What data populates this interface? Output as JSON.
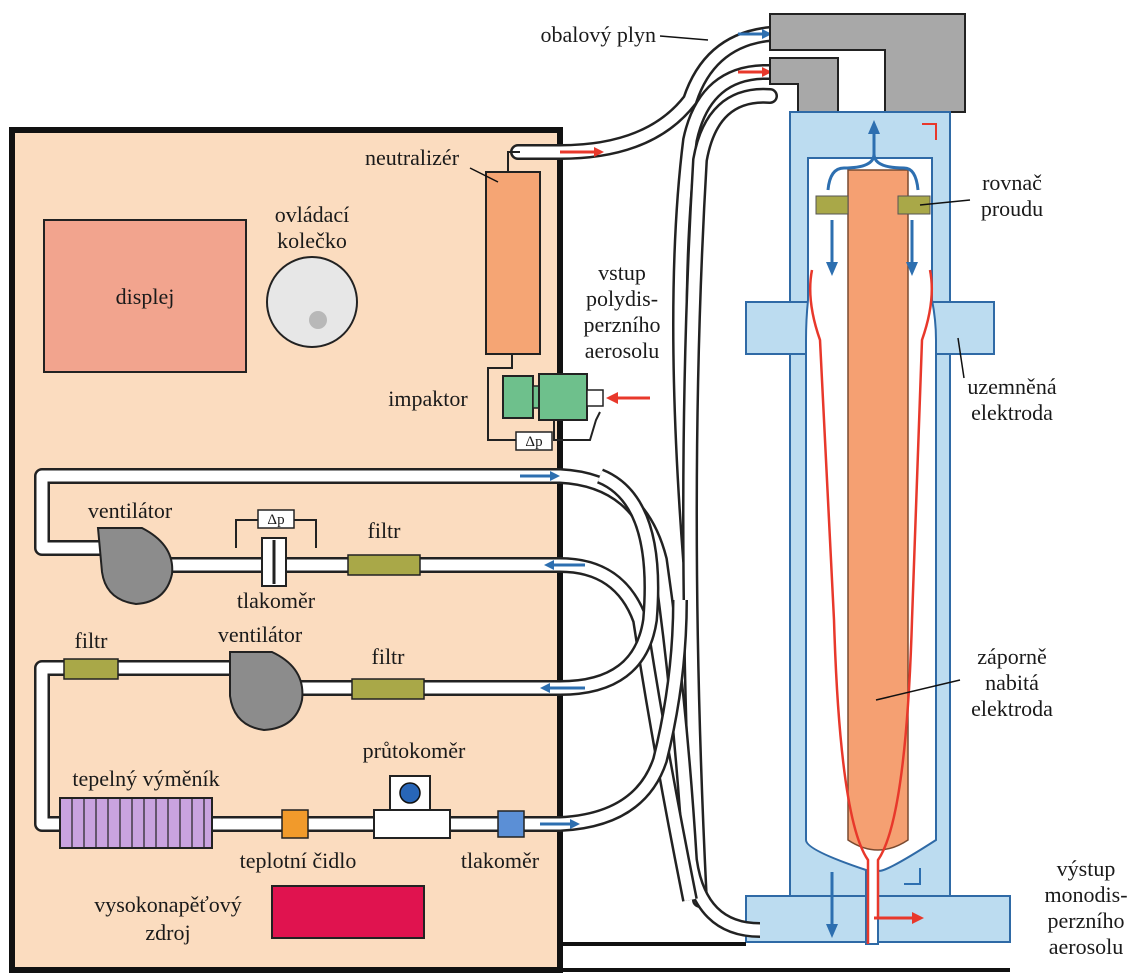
{
  "colors": {
    "cabinet": "#fbdcbf",
    "display": "#f2a48e",
    "knob": "#e7e7e7",
    "knob_dot": "#b8b8b8",
    "neutralizer": "#f5a574",
    "impactor": "#6ec08c",
    "filter": "#a9a848",
    "fan": "#8c8c8c",
    "heat_exchanger": "#c9a3e0",
    "temp_sensor": "#f19a2b",
    "flowmeter_dot": "#2866b8",
    "pressure_sensor": "#5b8fd6",
    "hv_supply": "#e0134f",
    "column": "#bcdcf0",
    "column_outline": "#2f6aa6",
    "electrode": "#f5a072",
    "gas_head": "#a8a8a8",
    "flow_red": "#e8382b",
    "flow_blue": "#2d6fb0"
  },
  "labels": {
    "sheath_gas": "obalový plyn",
    "neutralizer": "neutralizér",
    "control_wheel_line1": "ovládací",
    "control_wheel_line2": "kolečko",
    "display": "displej",
    "inlet_line1": "vstup",
    "inlet_line2": "polydis-",
    "inlet_line3": "perzního",
    "inlet_line4": "aerosolu",
    "impactor": "impaktor",
    "dp": "Δp",
    "fan": "ventilátor",
    "filter": "filtr",
    "pressure_gauge": "tlakoměr",
    "heat_exchanger": "tepelný výměník",
    "flowmeter": "průtokoměr",
    "temp_sensor": "teplotní čidlo",
    "hv_line1": "vysokonapěťový",
    "hv_line2": "zdroj",
    "straightener_line1": "rovnač",
    "straightener_line2": "proudu",
    "ground_line1": "uzemněná",
    "ground_line2": "elektroda",
    "neg_line1": "záporně",
    "neg_line2": "nabitá",
    "neg_line3": "elektroda",
    "outlet_line1": "výstup",
    "outlet_line2": "monodis-",
    "outlet_line3": "perzního",
    "outlet_line4": "aerosolu"
  }
}
